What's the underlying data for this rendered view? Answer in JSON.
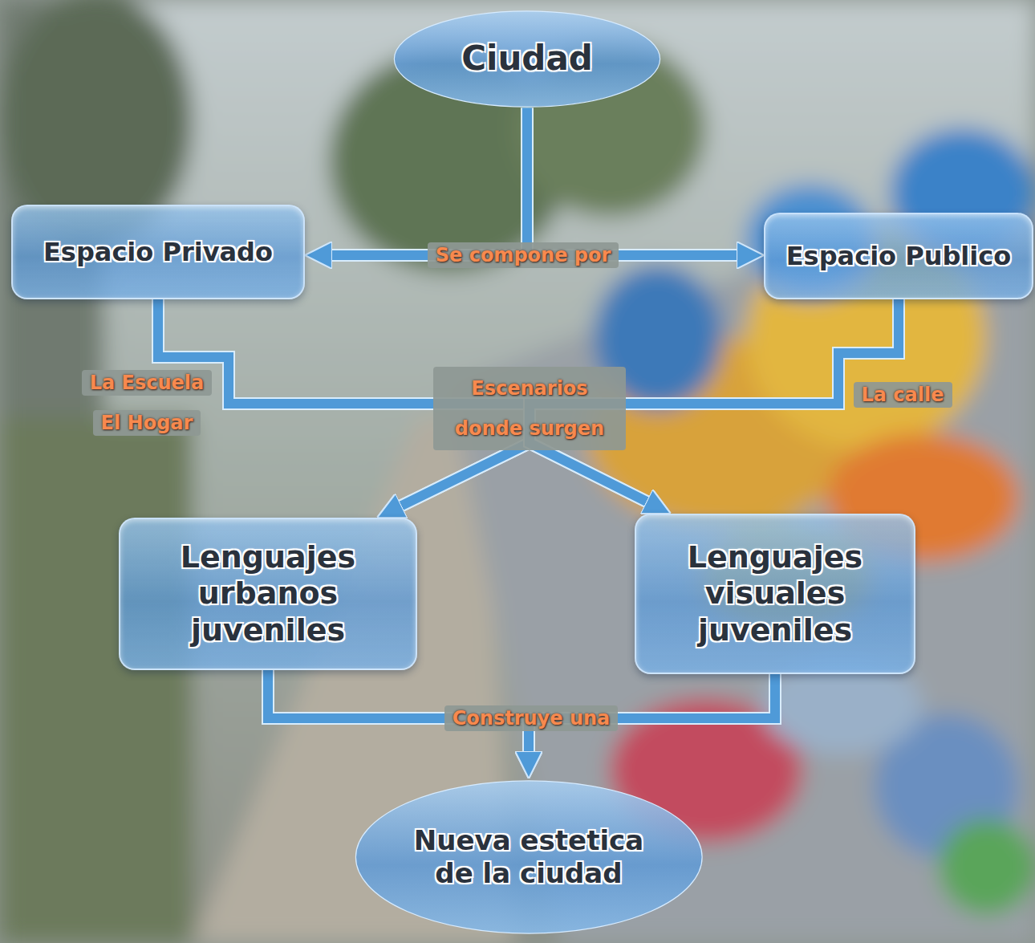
{
  "diagram": {
    "nodes": [
      {
        "text": [
          "Ciudad"
        ]
      },
      {
        "text": [
          "Espacio Privado"
        ]
      },
      {
        "text": [
          "Espacio Publico"
        ]
      },
      {
        "text": [
          "Lenguajes urbanos juveniles"
        ]
      },
      {
        "text": [
          "Lenguajes visuales juveniles"
        ]
      },
      {
        "text": [
          "Nueva estetica de la ciudad"
        ]
      }
    ],
    "edges": [
      {
        "from": 0,
        "to": 1,
        "arrow": "to"
      },
      {
        "from": 0,
        "to": 2,
        "arrow": "to"
      },
      {
        "from": 1,
        "to": 3,
        "arrow": "to"
      },
      {
        "from": 1,
        "to": 4,
        "arrow": "to"
      },
      {
        "from": 2,
        "to": 3,
        "arrow": "to"
      },
      {
        "from": 2,
        "to": 4,
        "arrow": "to"
      },
      {
        "from": 3,
        "to": 5,
        "arrow": "to"
      },
      {
        "from": 4,
        "to": 5,
        "arrow": "to"
      }
    ],
    "labels": [
      "Se compone por",
      "La Escuela",
      "El Hogar",
      "Escenarios donde surgen",
      "La calle",
      "Construye una"
    ]
  }
}
